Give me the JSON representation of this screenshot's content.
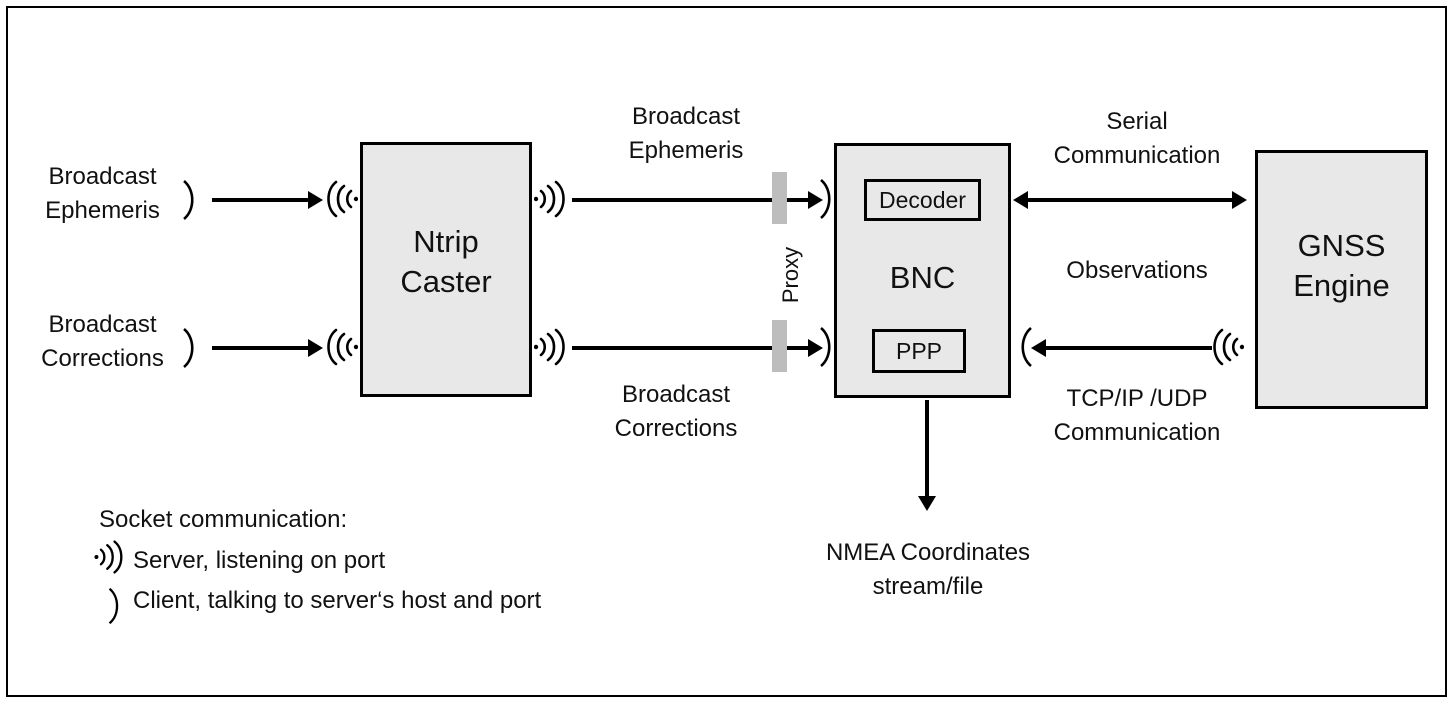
{
  "diagram": {
    "title_nodes": {
      "ntrip_caster": "Ntrip\nCaster",
      "bnc": "BNC",
      "gnss_engine": "GNSS\nEngine",
      "decoder": "Decoder",
      "ppp": "PPP"
    },
    "edge_labels": {
      "broadcast_ephemeris_in": "Broadcast\nEphemeris",
      "broadcast_corrections_in": "Broadcast\nCorrections",
      "broadcast_ephemeris_out": "Broadcast\nEphemeris",
      "broadcast_corrections_out": "Broadcast\nCorrections",
      "proxy": "Proxy",
      "serial_communication": "Serial\nCommunication",
      "observations": "Observations",
      "tcpip_udp_communication": "TCP/IP /UDP\nCommunication",
      "nmea_output": "NMEA Coordinates\nstream/file"
    },
    "legend": {
      "heading": "Socket communication:",
      "items": [
        {
          "icon": "server-socket-icon",
          "label": "Server, listening on port"
        },
        {
          "icon": "client-socket-icon",
          "label": "Client, talking to server‘s host and port"
        }
      ]
    },
    "colors": {
      "box_fill": "#e8e8e8",
      "stroke": "#000000",
      "proxy_bar": "#bdbdbd",
      "background": "#ffffff"
    }
  }
}
